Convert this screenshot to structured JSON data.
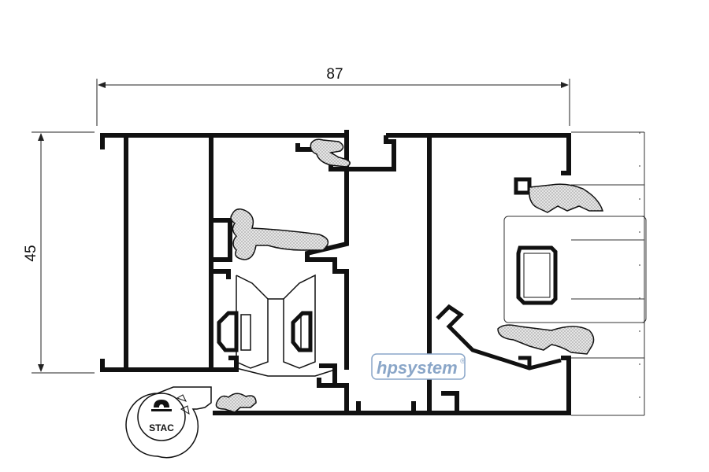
{
  "dimensions": {
    "width_label": "87",
    "height_label": "45"
  },
  "brand": {
    "logo_text": "hpsystem",
    "registered_mark": "®"
  },
  "stamp": {
    "text": "STAC"
  },
  "colors": {
    "profile": "#111111",
    "gasket_fill": "#dcdcdc",
    "brand_blue": "#8aa6c8",
    "dimension_line": "#222222"
  }
}
